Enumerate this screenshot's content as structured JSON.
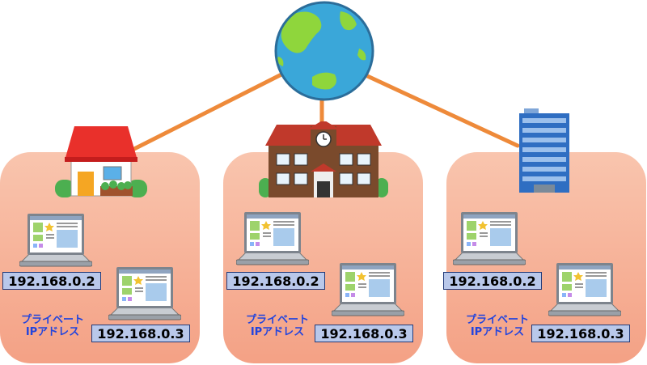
{
  "networks": [
    {
      "building": "house-icon",
      "laptops": [
        {
          "ip": "192.168.0.2"
        },
        {
          "ip": "192.168.0.3"
        }
      ],
      "private_label": [
        "プライベート",
        "IPアドレス"
      ]
    },
    {
      "building": "school-icon",
      "laptops": [
        {
          "ip": "192.168.0.2"
        },
        {
          "ip": "192.168.0.3"
        }
      ],
      "private_label": [
        "プライベート",
        "IPアドレス"
      ]
    },
    {
      "building": "office-building-icon",
      "laptops": [
        {
          "ip": "192.168.0.2"
        },
        {
          "ip": "192.168.0.3"
        }
      ],
      "private_label": [
        "プライベート",
        "IPアドレス"
      ]
    }
  ],
  "internet": {
    "icon": "globe-icon"
  },
  "colors": {
    "panel_top": "#f9c5ae",
    "panel_bottom": "#f4a185",
    "connection_line": "#ee8a3a",
    "ip_box": "#b9c8ea",
    "ip_border": "#223a78",
    "label_text": "#2244dd"
  }
}
